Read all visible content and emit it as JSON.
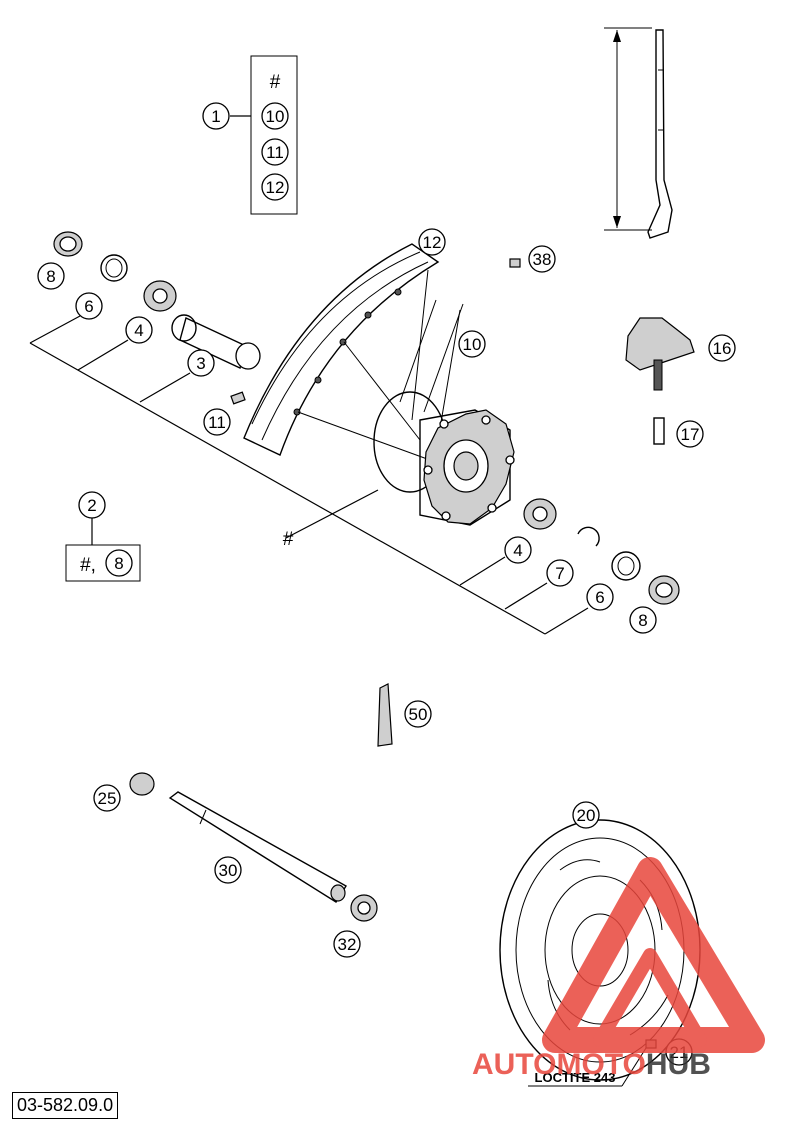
{
  "drawing_number": "03-582.09.0",
  "loctite_label": "LOCTITE 243",
  "watermark": {
    "part1": "AUTO",
    "part2": "MOTO",
    "part3": "HUB",
    "accent": "#e8463c",
    "dark": "#333333"
  },
  "hash_symbol": "#",
  "kit_2_label": "#,",
  "callouts": {
    "c1": "1",
    "c10a": "10",
    "c11a": "11",
    "c12a": "12",
    "c2": "2",
    "c8kit": "8",
    "c8a": "8",
    "c6a": "6",
    "c4a": "4",
    "c3": "3",
    "c11": "11",
    "c12": "12",
    "c38": "38",
    "c10": "10",
    "c16": "16",
    "c17": "17",
    "c4b": "4",
    "c7": "7",
    "c6b": "6",
    "c8b": "8",
    "c50": "50",
    "c25": "25",
    "c30": "30",
    "c32": "32",
    "c20": "20",
    "c21": "21"
  }
}
